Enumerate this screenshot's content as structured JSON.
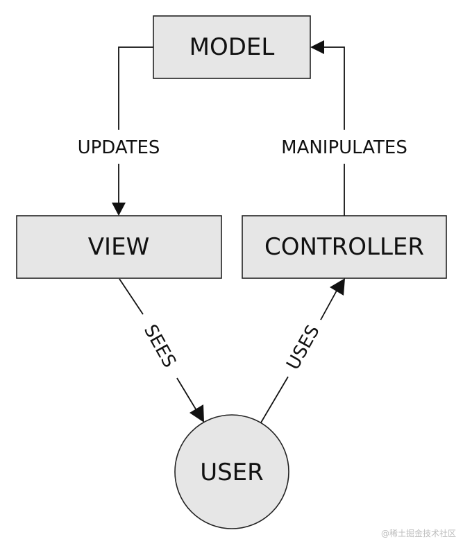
{
  "diagram": {
    "nodes": {
      "model": {
        "label": "MODEL"
      },
      "view": {
        "label": "VIEW"
      },
      "controller": {
        "label": "CONTROLLER"
      },
      "user": {
        "label": "USER"
      }
    },
    "edges": {
      "updates": {
        "label": "UPDATES"
      },
      "manipulates": {
        "label": "MANIPULATES"
      },
      "sees": {
        "label": "SEES"
      },
      "uses": {
        "label": "USES"
      }
    }
  },
  "watermark": {
    "text": "@稀土掘金技术社区"
  },
  "colors": {
    "box_fill": "#e6e6e6",
    "stroke": "#111111",
    "background": "#ffffff"
  }
}
